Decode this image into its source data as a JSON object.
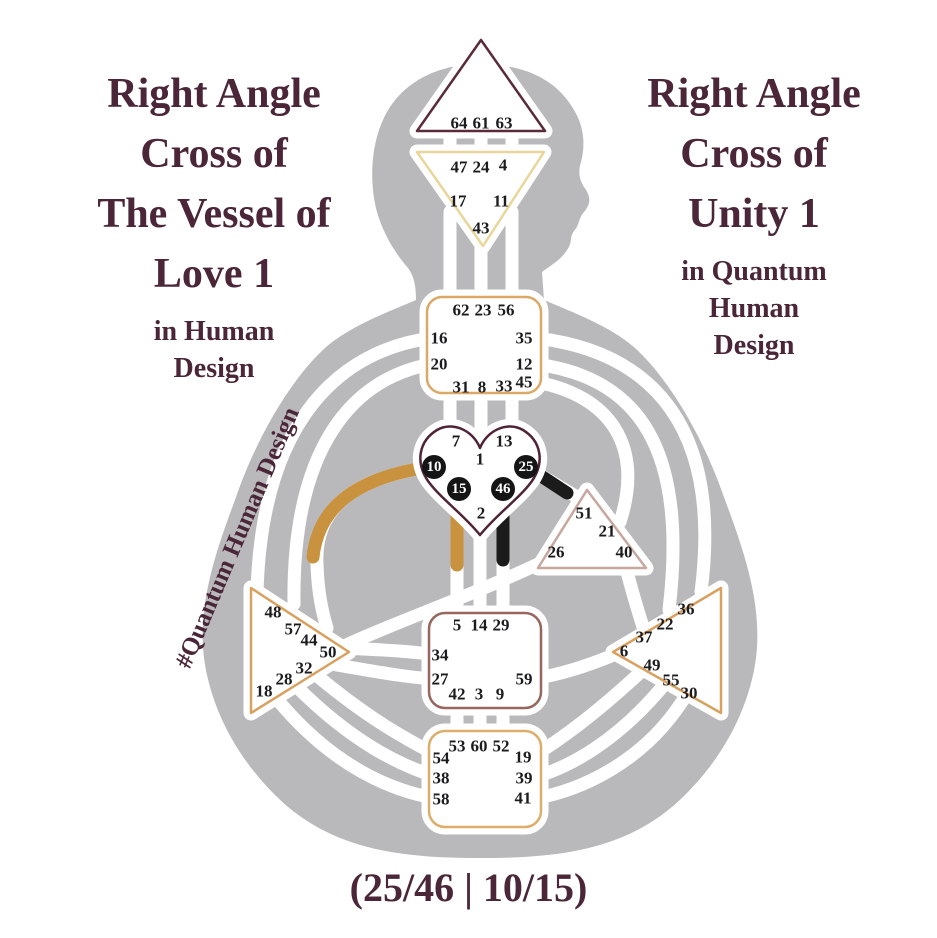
{
  "left_title": {
    "lines": [
      "Right Angle",
      "Cross of",
      "The Vessel of",
      "Love 1"
    ],
    "subtitle_lines": [
      "in Human",
      "Design"
    ]
  },
  "right_title": {
    "lines": [
      "Right Angle",
      "Cross of",
      "Unity 1"
    ],
    "subtitle_lines": [
      "in Quantum",
      "Human",
      "Design"
    ]
  },
  "watermark": "#Quantum Human Design",
  "footer": "(25/46 | 10/15)",
  "activated_gates": [
    "10",
    "25",
    "15",
    "46"
  ],
  "colors": {
    "title_maroon": "#4a2638",
    "silhouette_gray": "#b9b9bc",
    "channel_white": "#ffffff",
    "gold_channel": "#c8923e",
    "black_channel": "#1b1b1b",
    "head_border": "#5a2b38",
    "ajna_border": "#e9d69a",
    "throat_border": "#dca868",
    "g_center_border": "#4f2438",
    "ego_border": "#c8a89e",
    "spleen_border": "#d8a160",
    "solar_plexus_border": "#d8a160",
    "sacral_border": "#97665e",
    "root_border": "#ddae6a",
    "gate_text": "#1c1c1e",
    "activated_gate_fill": "#151515"
  },
  "centers": {
    "head": {
      "gates": {
        "g64": "64",
        "g61": "61",
        "g63": "63"
      }
    },
    "ajna": {
      "gates": {
        "g47": "47",
        "g24": "24",
        "g4": "4",
        "g17": "17",
        "g11": "11",
        "g43": "43"
      }
    },
    "throat": {
      "gates": {
        "g62": "62",
        "g23": "23",
        "g56": "56",
        "g16": "16",
        "g35": "35",
        "g20": "20",
        "g12": "12",
        "g45": "45",
        "g31": "31",
        "g8": "8",
        "g33": "33"
      }
    },
    "g_center": {
      "gates": {
        "g7": "7",
        "g13": "13",
        "g1": "1",
        "g10": "10",
        "g25": "25",
        "g15": "15",
        "g46": "46",
        "g2": "2"
      }
    },
    "ego": {
      "gates": {
        "g51": "51",
        "g21": "21",
        "g26": "26",
        "g40": "40"
      }
    },
    "spleen": {
      "gates": {
        "g48": "48",
        "g57": "57",
        "g44": "44",
        "g50": "50",
        "g32": "32",
        "g28": "28",
        "g18": "18"
      }
    },
    "sacral": {
      "gates": {
        "g5": "5",
        "g14": "14",
        "g29": "29",
        "g34": "34",
        "g27": "27",
        "g59": "59",
        "g42": "42",
        "g3": "3",
        "g9": "9"
      }
    },
    "solar_plexus": {
      "gates": {
        "g36": "36",
        "g22": "22",
        "g37": "37",
        "g6": "6",
        "g49": "49",
        "g55": "55",
        "g30": "30"
      }
    },
    "root": {
      "gates": {
        "g53": "53",
        "g60": "60",
        "g52": "52",
        "g54": "54",
        "g19": "19",
        "g38": "38",
        "g39": "39",
        "g58": "58",
        "g41": "41"
      }
    }
  }
}
